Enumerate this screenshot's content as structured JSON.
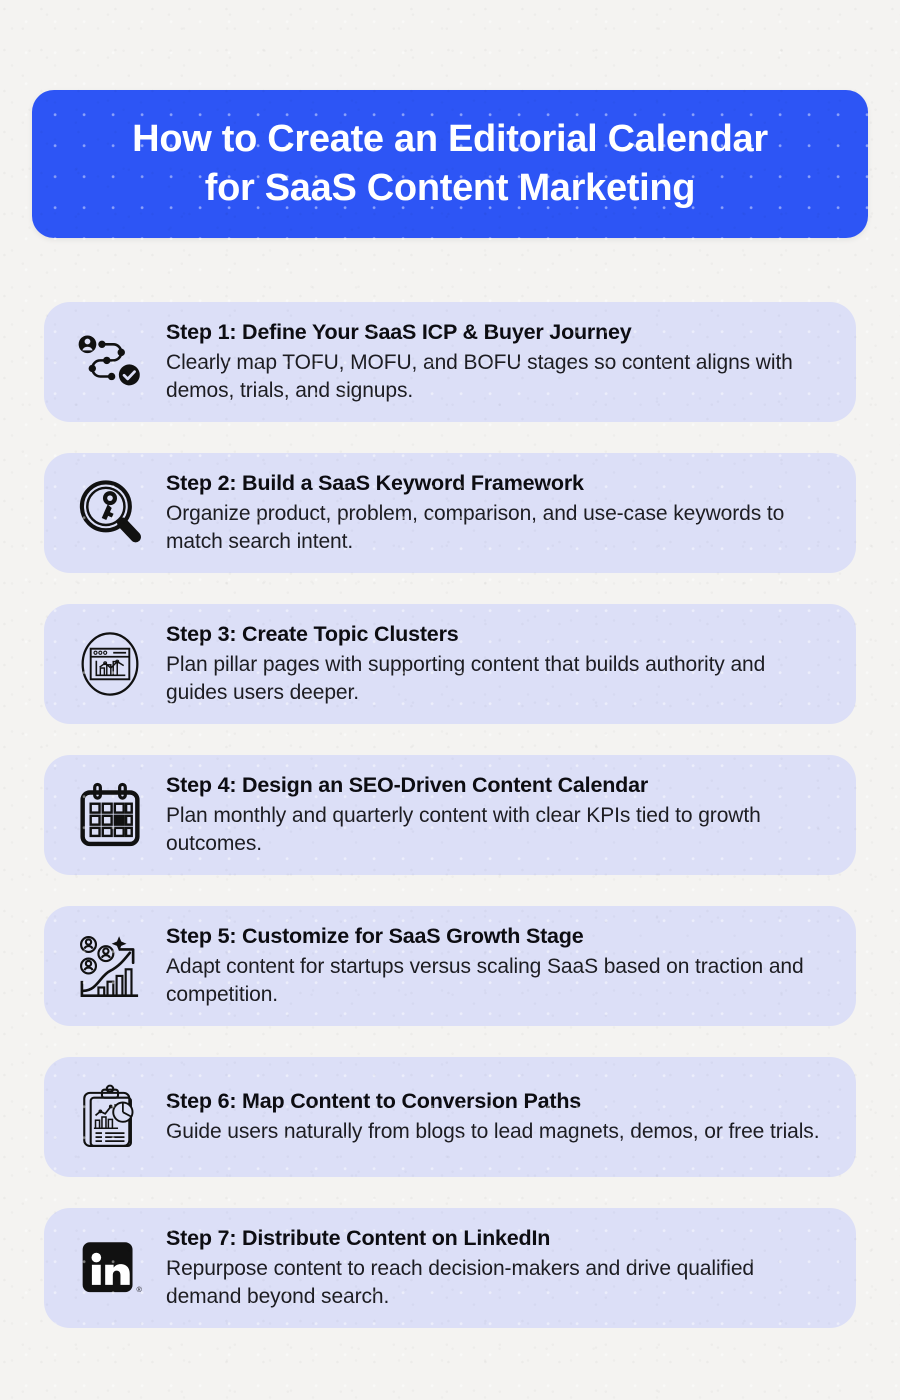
{
  "colors": {
    "page_background": "#f4f3f1",
    "banner_blue": "#2d55f5",
    "card_lavender": "#dcdff7",
    "title_text": "#ffffff",
    "heading_text": "#0d0d12",
    "body_text": "#1d1d22",
    "icon_black": "#111111"
  },
  "header": {
    "title_line_1": "How to Create an Editorial Calendar",
    "title_line_2": "for SaaS Content Marketing"
  },
  "steps": [
    {
      "icon": "buyer-journey-path-icon",
      "title": "Step 1: Define Your SaaS ICP & Buyer Journey",
      "description": "Clearly map TOFU, MOFU, and BOFU stages so content aligns with demos, trials, and signups."
    },
    {
      "icon": "magnifier-key-icon",
      "title": "Step 2: Build a SaaS Keyword Framework",
      "description": "Organize product, problem, comparison, and use-case keywords to match search intent."
    },
    {
      "icon": "browser-analytics-circle-icon",
      "title": "Step 3: Create Topic Clusters",
      "description": "Plan pillar pages with supporting content that builds authority and guides users deeper."
    },
    {
      "icon": "calendar-icon",
      "title": "Step 4: Design an SEO-Driven Content Calendar",
      "description": "Plan monthly and quarterly content with clear KPIs tied to growth outcomes."
    },
    {
      "icon": "growth-chart-users-icon",
      "title": "Step 5: Customize for SaaS Growth Stage",
      "description": "Adapt content for startups versus scaling SaaS based on traction and competition."
    },
    {
      "icon": "clipboard-report-icon",
      "title": "Step 6: Map Content to Conversion Paths",
      "description": "Guide users naturally from blogs to lead magnets, demos, or free trials."
    },
    {
      "icon": "linkedin-logo-icon",
      "title": "Step 7: Distribute Content on LinkedIn",
      "description": "Repurpose content to reach decision-makers and drive qualified demand beyond search."
    }
  ]
}
